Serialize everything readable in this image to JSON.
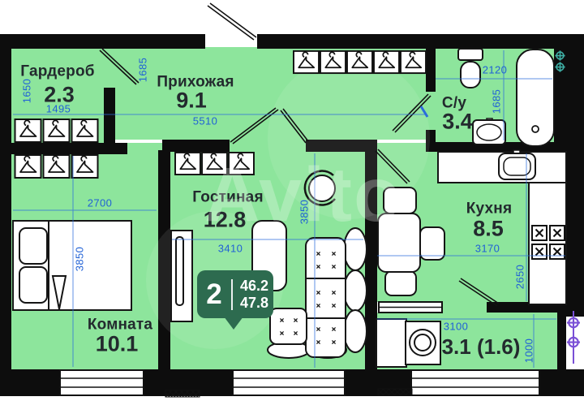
{
  "watermark": "Avito",
  "badge": {
    "rooms_count": "2",
    "area_1": "46.2",
    "area_2": "47.8"
  },
  "rooms": {
    "wardrobe": {
      "name": "Гардероб",
      "area": "2.3"
    },
    "hallway": {
      "name": "Прихожая",
      "area": "9.1"
    },
    "bathroom": {
      "name": "С/у",
      "area": "3.4"
    },
    "living": {
      "name": "Гостиная",
      "area": "12.8"
    },
    "bedroom": {
      "name": "Комната",
      "area": "10.1"
    },
    "kitchen": {
      "name": "Кухня",
      "area": "8.5"
    },
    "balcony": {
      "area": "3.1 (1.6)"
    }
  },
  "dimensions": {
    "wardrobe_h": "1650",
    "wardrobe_w": "1495",
    "wardrobe_door": "1685",
    "hallway_w": "5510",
    "bathroom_w": "2120",
    "bathroom_h": "1685",
    "bedroom_w": "2700",
    "bedroom_h": "3850",
    "living_w": "3410",
    "living_h": "3850",
    "kitchen_w": "3170",
    "kitchen_h": "2650",
    "balcony_w": "3100",
    "balcony_h": "1000"
  },
  "colors": {
    "room_fill": "#8de59c",
    "wall": "#0d0d0d",
    "dimension_blue": "#2061d6",
    "badge_green": "#2d6b4f",
    "riser_purple": "#7a4fd6",
    "vent_teal": "#3fb0a6"
  }
}
